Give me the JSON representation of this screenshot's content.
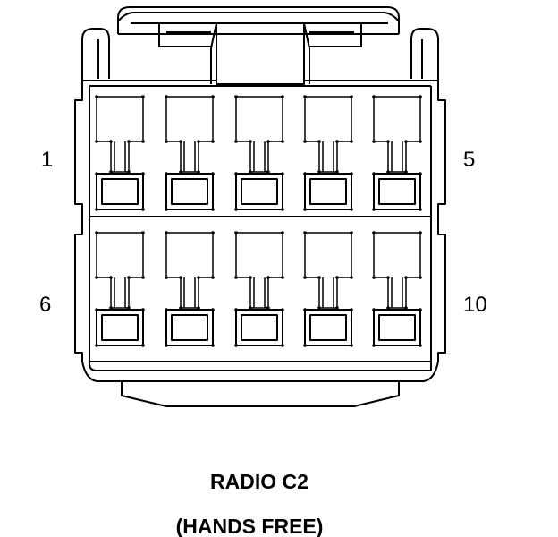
{
  "labels": {
    "pin_top_left": "1",
    "pin_top_right": "5",
    "pin_bottom_left": "6",
    "pin_bottom_right": "10"
  },
  "title": "RADIO C2",
  "subtitle": "(HANDS FREE)",
  "connector": {
    "rows": 2,
    "cavities_per_row": 5,
    "line_color": "#000000",
    "background": "#ffffff"
  }
}
